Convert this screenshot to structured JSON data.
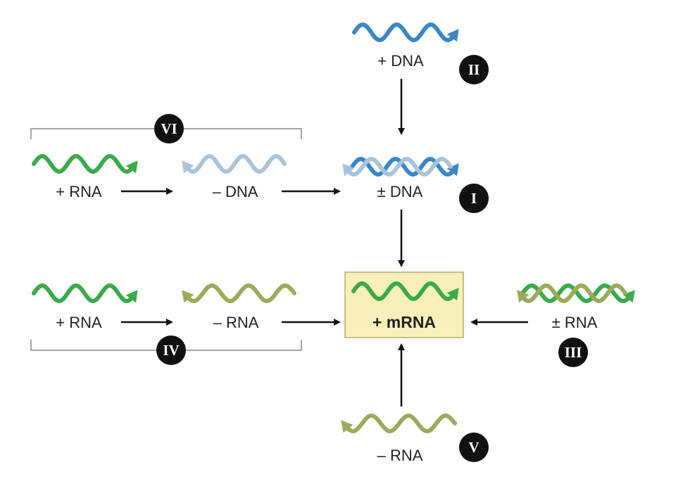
{
  "colors": {
    "dna_plus": "#3a86c8",
    "dna_minus": "#a9c3da",
    "rna_plus": "#3aaa4a",
    "rna_minus": "#9aab5c",
    "mrna_box_fill": "#f8efba",
    "mrna_box_stroke": "#b8a878",
    "badge": "#111111",
    "arrow": "#111111",
    "bracket": "#888888"
  },
  "labels": {
    "plus_dna": "+ DNA",
    "pm_dna": "± DNA",
    "minus_dna": "– DNA",
    "plus_rna_vi": "+ RNA",
    "plus_rna_iv": "+ RNA",
    "minus_rna_iv": "– RNA",
    "minus_rna_v": "– RNA",
    "pm_rna": "± RNA",
    "mrna": "+ mRNA"
  },
  "classes": {
    "i": "I",
    "ii": "II",
    "iii": "III",
    "iv": "IV",
    "v": "V",
    "vi": "VI"
  }
}
